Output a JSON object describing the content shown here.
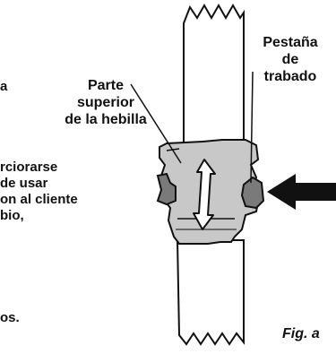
{
  "labels": {
    "buckle_top": [
      "Parte",
      "superior",
      "de la hebilla"
    ],
    "lock_tab": [
      "Pestaña",
      "de",
      "trabado"
    ],
    "figure": "Fig. a"
  },
  "cropped_text": {
    "line_1": "a",
    "line_2": "rciorarse",
    "line_3": "de usar",
    "line_4": "on al cliente",
    "line_5": "bio,",
    "line_6": "os."
  },
  "colors": {
    "buckle_fill": "#c8c8c8",
    "outline": "#111111",
    "strap_fill": "#ffffff"
  }
}
